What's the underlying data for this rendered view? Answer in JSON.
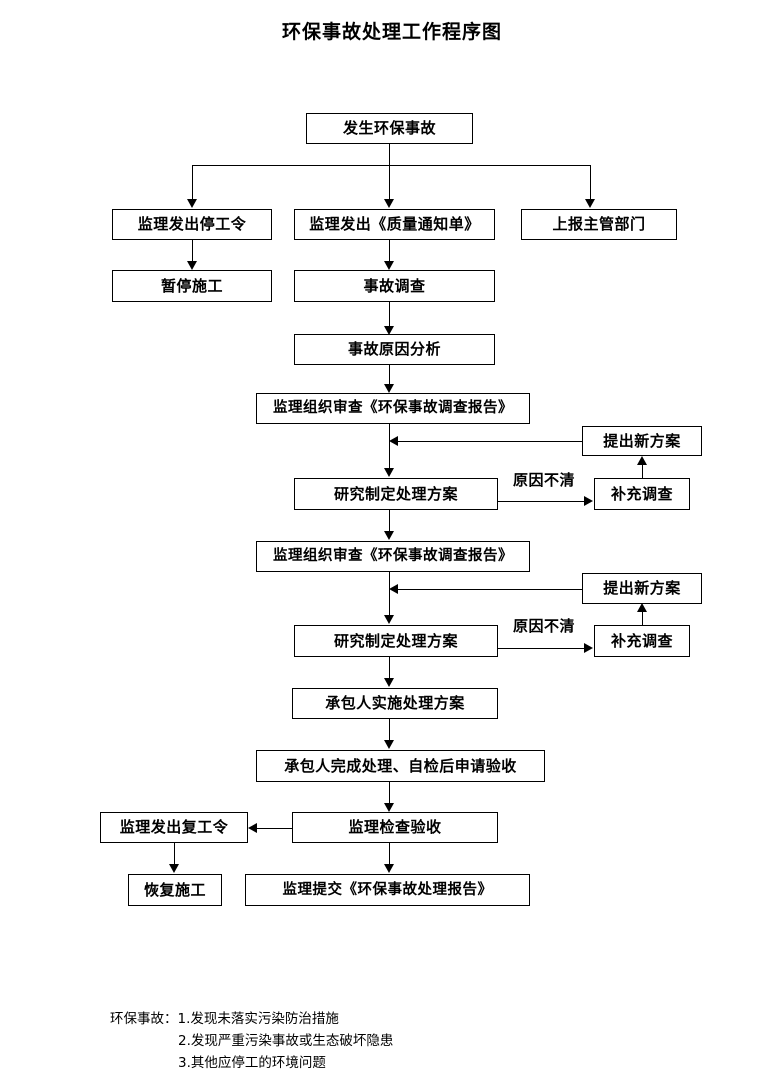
{
  "document": {
    "title": "环保事故处理工作程序图"
  },
  "flow": {
    "nodes": [
      {
        "id": "accident",
        "label": "发生环保事故"
      },
      {
        "id": "stop-work-order",
        "label": "监理发出停工令"
      },
      {
        "id": "quality-notice",
        "label": "监理发出《质量通知单》"
      },
      {
        "id": "report-authority",
        "label": "上报主管部门"
      },
      {
        "id": "suspend-construction",
        "label": "暂停施工"
      },
      {
        "id": "accident-investigation",
        "label": "事故调查"
      },
      {
        "id": "cause-analysis",
        "label": "事故原因分析"
      },
      {
        "id": "review-report-1",
        "label": "监理组织审查《环保事故调查报告》"
      },
      {
        "id": "new-plan-1",
        "label": "提出新方案"
      },
      {
        "id": "study-plan-1",
        "label": "研究制定处理方案"
      },
      {
        "id": "supplement-survey-1",
        "label": "补充调查"
      },
      {
        "id": "review-report-2",
        "label": "监理组织审查《环保事故调查报告》"
      },
      {
        "id": "new-plan-2",
        "label": "提出新方案"
      },
      {
        "id": "study-plan-2",
        "label": "研究制定处理方案"
      },
      {
        "id": "supplement-survey-2",
        "label": "补充调查"
      },
      {
        "id": "contractor-implement",
        "label": "承包人实施处理方案"
      },
      {
        "id": "contractor-apply",
        "label": "承包人完成处理、自检后申请验收"
      },
      {
        "id": "resume-work-order",
        "label": "监理发出复工令"
      },
      {
        "id": "supervisor-check",
        "label": "监理检查验收"
      },
      {
        "id": "resume-construction",
        "label": "恢复施工"
      },
      {
        "id": "submit-report",
        "label": "监理提交《环保事故处理报告》"
      }
    ],
    "edge_labels": [
      {
        "id": "cause-unclear-1",
        "label": "原因不清"
      },
      {
        "id": "cause-unclear-2",
        "label": "原因不清"
      }
    ]
  },
  "footnote": {
    "label": "环保事故：",
    "items": [
      "1.发现未落实污染防治措施",
      "2.发现严重污染事故或生态破坏隐患",
      "3.其他应停工的环境问题"
    ]
  },
  "colors": {
    "stroke": "#000000",
    "background": "#ffffff",
    "text": "#000000"
  }
}
